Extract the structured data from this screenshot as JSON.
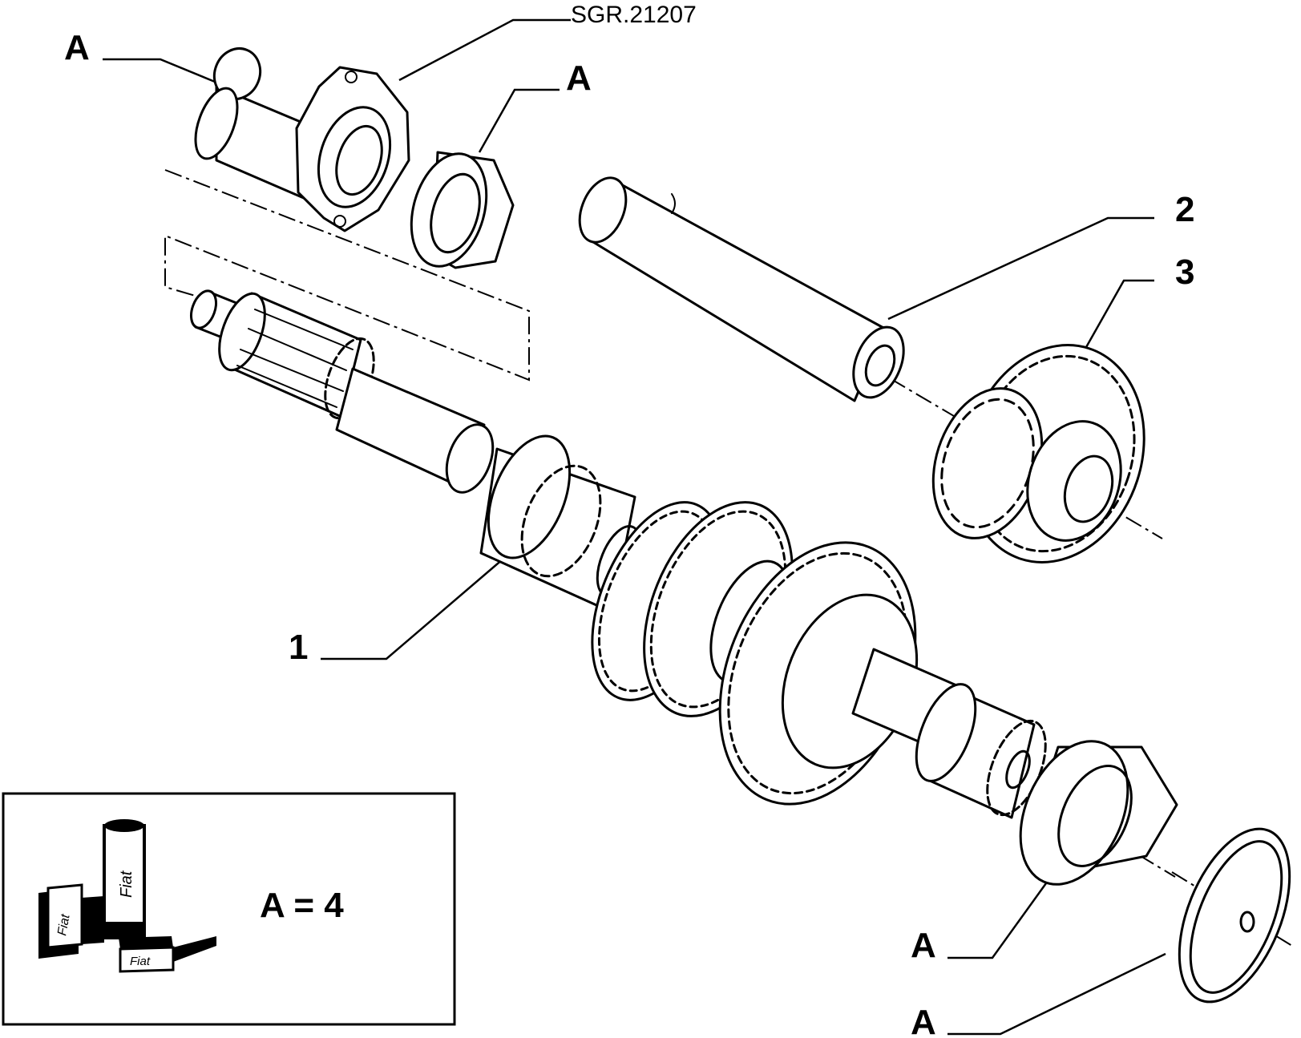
{
  "reference": "SGR.21207",
  "labels": {
    "a1": "A",
    "a2": "A",
    "a3": "A",
    "a4": "A",
    "part1": "1",
    "part2": "2",
    "part3": "3"
  },
  "legend": {
    "equation": "A = 4",
    "can_text": "Fiat",
    "box_text_1": "Fiat",
    "box_text_2": "Fiat"
  }
}
